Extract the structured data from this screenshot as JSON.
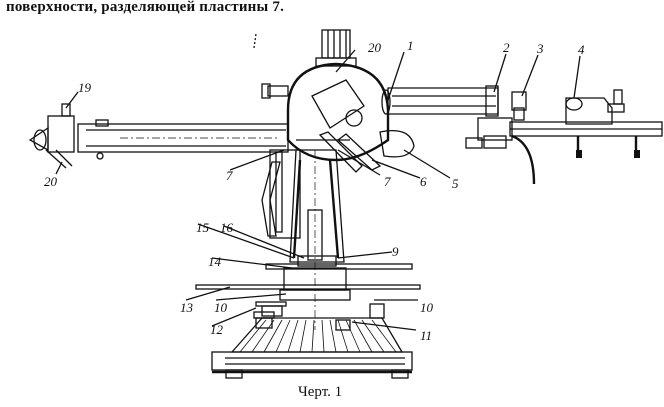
{
  "header_text": "поверхности, разделяющей пластины 7.",
  "caption": "Черт. 1",
  "labels": {
    "n1": "1",
    "n2": "2",
    "n3": "3",
    "n4": "4",
    "n5": "5",
    "n6": "6",
    "n7a": "7",
    "n7b": "7",
    "n9": "9",
    "n10a": "10",
    "n10b": "10",
    "n11": "11",
    "n12": "12",
    "n13": "13",
    "n14": "14",
    "n15": "15",
    "n16": "16",
    "n19": "19",
    "n20a": "20",
    "n20b": "20"
  }
}
